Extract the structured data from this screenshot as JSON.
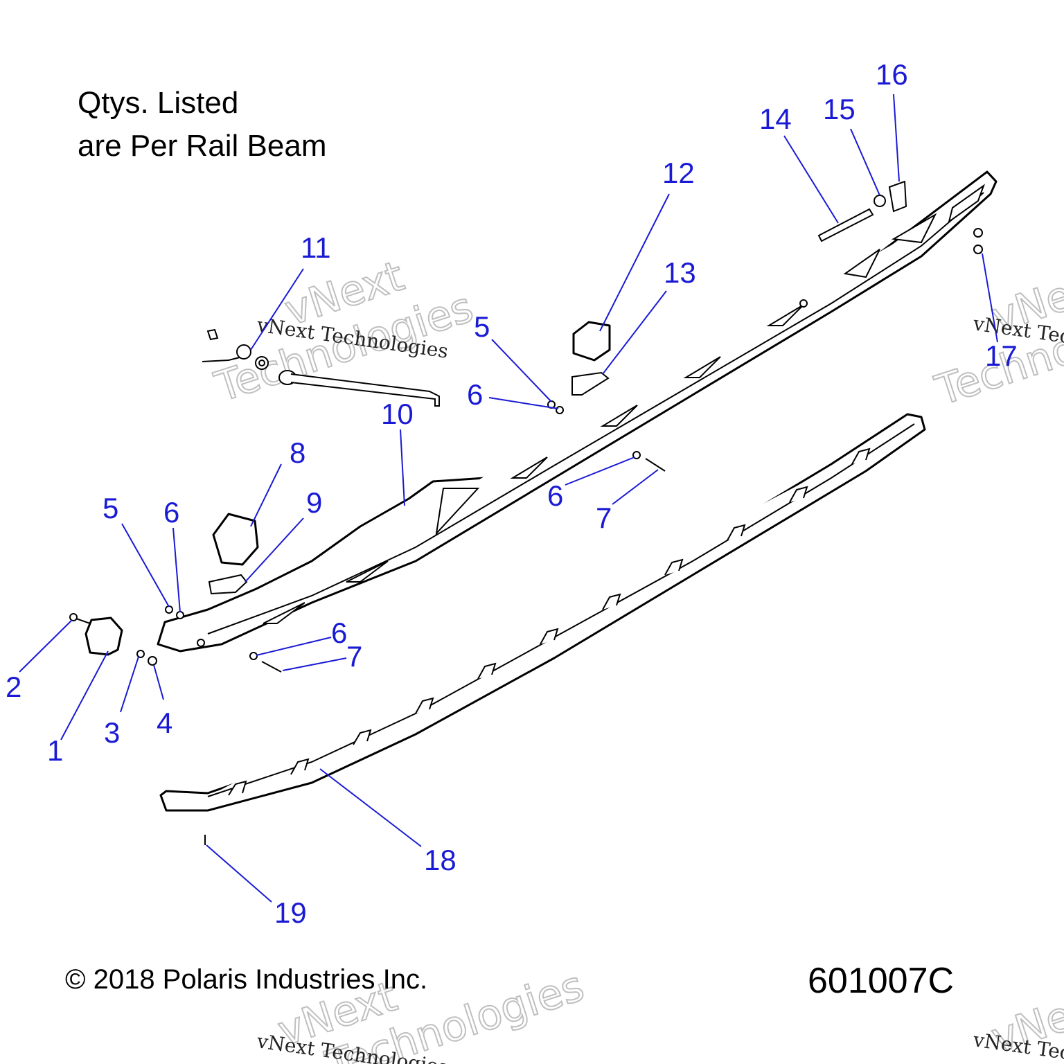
{
  "note": {
    "line1": "Qtys. Listed",
    "line2": "are Per Rail Beam"
  },
  "footer": {
    "copyright": "© 2018 Polaris Industries Inc.",
    "figure_id": "601007C"
  },
  "watermark": {
    "line1": "vNext",
    "line2": "Technologies",
    "caption": "vNext Technologies"
  },
  "callouts": [
    "1",
    "2",
    "3",
    "4",
    "5",
    "6",
    "7",
    "8",
    "9",
    "10",
    "11",
    "12",
    "13",
    "14",
    "15",
    "16",
    "17",
    "18",
    "19"
  ],
  "colors": {
    "callout": "#1a1ad4",
    "line_art": "#000000",
    "watermark": "#bfbfbf"
  }
}
